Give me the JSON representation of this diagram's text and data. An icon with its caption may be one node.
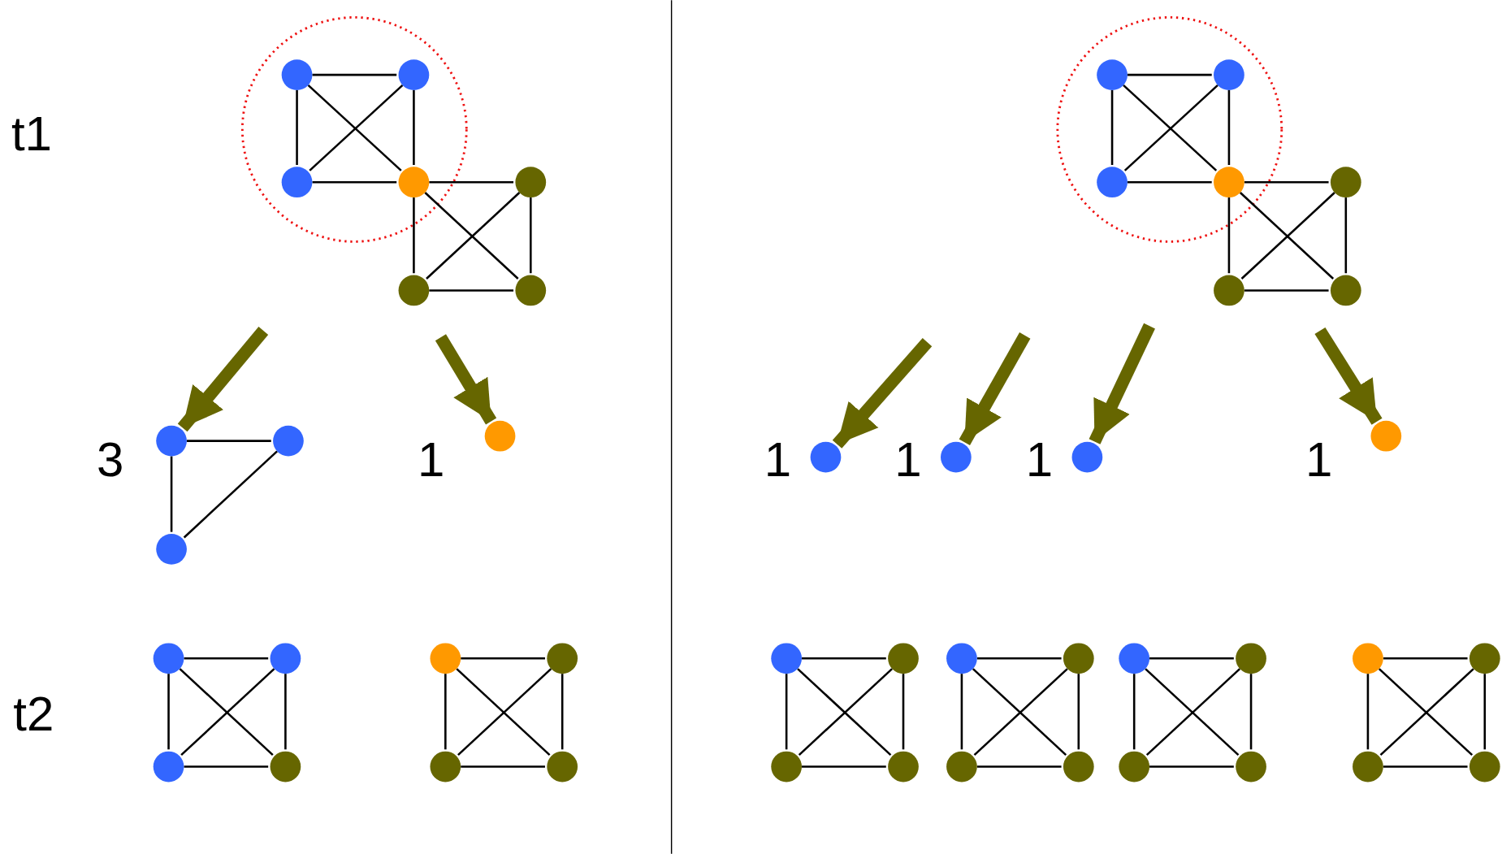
{
  "diagram": {
    "nodes": [
      {
        "text": [],
        "shape": "circle"
      },
      {
        "text": [],
        "shape": "circle"
      },
      {
        "text": [],
        "shape": "circle"
      },
      {
        "text": [],
        "shape": "circle"
      },
      {
        "text": [],
        "shape": "circle"
      },
      {
        "text": [],
        "shape": "circle"
      },
      {
        "text": [],
        "shape": "circle"
      },
      {
        "text": [],
        "shape": "circle"
      },
      {
        "text": [],
        "shape": "circle"
      },
      {
        "text": [],
        "shape": "circle"
      },
      {
        "text": [],
        "shape": "circle"
      },
      {
        "text": [],
        "shape": "circle"
      },
      {
        "text": [],
        "shape": "circle"
      },
      {
        "text": [],
        "shape": "circle"
      },
      {
        "text": [],
        "shape": "circle"
      },
      {
        "text": [],
        "shape": "circle"
      },
      {
        "text": [],
        "shape": "circle"
      },
      {
        "text": [],
        "shape": "circle"
      },
      {
        "text": [],
        "shape": "circle"
      },
      {
        "text": [],
        "shape": "circle"
      },
      {
        "text": [],
        "shape": "circle"
      },
      {
        "text": [],
        "shape": "circle"
      },
      {
        "text": [],
        "shape": "circle"
      },
      {
        "text": [],
        "shape": "circle"
      },
      {
        "text": [],
        "shape": "circle"
      },
      {
        "text": [],
        "shape": "circle"
      },
      {
        "text": [],
        "shape": "circle"
      },
      {
        "text": [],
        "shape": "circle"
      },
      {
        "text": [],
        "shape": "circle"
      },
      {
        "text": [],
        "shape": "circle"
      },
      {
        "text": [],
        "shape": "circle"
      },
      {
        "text": [],
        "shape": "circle"
      },
      {
        "text": [],
        "shape": "circle"
      },
      {
        "text": [],
        "shape": "circle"
      },
      {
        "text": [],
        "shape": "circle"
      },
      {
        "text": [],
        "shape": "circle"
      },
      {
        "text": [],
        "shape": "circle"
      },
      {
        "text": [],
        "shape": "circle"
      },
      {
        "text": [],
        "shape": "circle"
      },
      {
        "text": [],
        "shape": "circle"
      },
      {
        "text": [],
        "shape": "circle"
      },
      {
        "text": [],
        "shape": "circle"
      },
      {
        "text": [],
        "shape": "circle"
      },
      {
        "text": [],
        "shape": "circle"
      },
      {
        "text": [],
        "shape": "circle"
      },
      {
        "text": [],
        "shape": "circle"
      }
    ],
    "edges": [
      {
        "from": 0,
        "to": 1,
        "arrow": "none"
      },
      {
        "from": 0,
        "to": 2,
        "arrow": "none"
      },
      {
        "from": 0,
        "to": 3,
        "arrow": "none"
      },
      {
        "from": 1,
        "to": 2,
        "arrow": "none"
      },
      {
        "from": 1,
        "to": 3,
        "arrow": "none"
      },
      {
        "from": 2,
        "to": 3,
        "arrow": "none"
      },
      {
        "from": 3,
        "to": 4,
        "arrow": "none"
      },
      {
        "from": 3,
        "to": 5,
        "arrow": "none"
      },
      {
        "from": 3,
        "to": 6,
        "arrow": "none"
      },
      {
        "from": 4,
        "to": 5,
        "arrow": "none"
      },
      {
        "from": 4,
        "to": 6,
        "arrow": "none"
      },
      {
        "from": 5,
        "to": 6,
        "arrow": "none"
      },
      {
        "from": 7,
        "to": 8,
        "arrow": "none"
      },
      {
        "from": 7,
        "to": 9,
        "arrow": "none"
      },
      {
        "from": 7,
        "to": 10,
        "arrow": "none"
      },
      {
        "from": 8,
        "to": 9,
        "arrow": "none"
      },
      {
        "from": 8,
        "to": 10,
        "arrow": "none"
      },
      {
        "from": 9,
        "to": 10,
        "arrow": "none"
      },
      {
        "from": 10,
        "to": 11,
        "arrow": "none"
      },
      {
        "from": 10,
        "to": 12,
        "arrow": "none"
      },
      {
        "from": 10,
        "to": 13,
        "arrow": "none"
      },
      {
        "from": 11,
        "to": 12,
        "arrow": "none"
      },
      {
        "from": 11,
        "to": 13,
        "arrow": "none"
      },
      {
        "from": 12,
        "to": 13,
        "arrow": "none"
      },
      {
        "from": 14,
        "to": 15,
        "arrow": "none"
      },
      {
        "from": 14,
        "to": 16,
        "arrow": "none"
      },
      {
        "from": 15,
        "to": 16,
        "arrow": "none"
      },
      {
        "from": null,
        "to": 14,
        "arrow": "to",
        "style": "thick",
        "color": "#666600"
      },
      {
        "from": null,
        "to": 17,
        "arrow": "to",
        "style": "thick",
        "color": "#666600"
      },
      {
        "from": null,
        "to": 18,
        "arrow": "to",
        "style": "thick",
        "color": "#666600"
      },
      {
        "from": null,
        "to": 19,
        "arrow": "to",
        "style": "thick",
        "color": "#666600"
      },
      {
        "from": null,
        "to": 20,
        "arrow": "to",
        "style": "thick",
        "color": "#666600"
      },
      {
        "from": null,
        "to": 21,
        "arrow": "to",
        "style": "thick",
        "color": "#666600"
      },
      {
        "from": 22,
        "to": 23,
        "arrow": "none"
      },
      {
        "from": 22,
        "to": 24,
        "arrow": "none"
      },
      {
        "from": 22,
        "to": 25,
        "arrow": "none"
      },
      {
        "from": 23,
        "to": 24,
        "arrow": "none"
      },
      {
        "from": 23,
        "to": 25,
        "arrow": "none"
      },
      {
        "from": 24,
        "to": 25,
        "arrow": "none"
      },
      {
        "from": 26,
        "to": 27,
        "arrow": "none"
      },
      {
        "from": 26,
        "to": 28,
        "arrow": "none"
      },
      {
        "from": 26,
        "to": 29,
        "arrow": "none"
      },
      {
        "from": 27,
        "to": 28,
        "arrow": "none"
      },
      {
        "from": 27,
        "to": 29,
        "arrow": "none"
      },
      {
        "from": 28,
        "to": 29,
        "arrow": "none"
      },
      {
        "from": 30,
        "to": 31,
        "arrow": "none"
      },
      {
        "from": 30,
        "to": 32,
        "arrow": "none"
      },
      {
        "from": 30,
        "to": 33,
        "arrow": "none"
      },
      {
        "from": 31,
        "to": 32,
        "arrow": "none"
      },
      {
        "from": 31,
        "to": 33,
        "arrow": "none"
      },
      {
        "from": 32,
        "to": 33,
        "arrow": "none"
      },
      {
        "from": 34,
        "to": 35,
        "arrow": "none"
      },
      {
        "from": 34,
        "to": 36,
        "arrow": "none"
      },
      {
        "from": 34,
        "to": 37,
        "arrow": "none"
      },
      {
        "from": 35,
        "to": 36,
        "arrow": "none"
      },
      {
        "from": 35,
        "to": 37,
        "arrow": "none"
      },
      {
        "from": 36,
        "to": 37,
        "arrow": "none"
      },
      {
        "from": 38,
        "to": 39,
        "arrow": "none"
      },
      {
        "from": 38,
        "to": 40,
        "arrow": "none"
      },
      {
        "from": 38,
        "to": 41,
        "arrow": "none"
      },
      {
        "from": 39,
        "to": 40,
        "arrow": "none"
      },
      {
        "from": 39,
        "to": 41,
        "arrow": "none"
      },
      {
        "from": 40,
        "to": 41,
        "arrow": "none"
      },
      {
        "from": 42,
        "to": 43,
        "arrow": "none"
      },
      {
        "from": 42,
        "to": 44,
        "arrow": "none"
      },
      {
        "from": 42,
        "to": 45,
        "arrow": "none"
      },
      {
        "from": 43,
        "to": 44,
        "arrow": "none"
      },
      {
        "from": 43,
        "to": 45,
        "arrow": "none"
      },
      {
        "from": 44,
        "to": 45,
        "arrow": "none"
      }
    ],
    "labels": [
      "t1",
      "3",
      "1",
      "1",
      "1",
      "1",
      "1",
      "t2"
    ]
  }
}
